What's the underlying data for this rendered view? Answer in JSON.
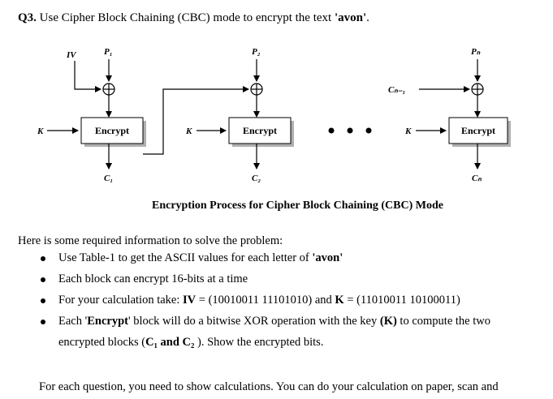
{
  "question": {
    "number": "Q3.",
    "text_before": " Use Cipher Block Chaining (CBC) mode to encrypt the text ",
    "text_quoted": "'avon'",
    "text_after": "."
  },
  "diagram": {
    "iv_label": "IV",
    "p1": "P₁",
    "p2": "P₂",
    "pn": "Pₙ",
    "cn_minus_1": "Cₙ₋₁",
    "key": "K",
    "encrypt": "Encrypt",
    "c1": "C₁",
    "c2": "C₂",
    "cn": "Cₙ",
    "caption": "Encryption Process for Cipher Block Chaining (CBC) Mode"
  },
  "intro": "Here is some required information to solve the problem:",
  "bullets": {
    "b1_prefix": "Use Table-1 to get the ASCII values for each letter of ",
    "b1_quoted": "'avon'",
    "b2": "Each block can encrypt 16-bits at a time",
    "b3_prefix": "For your calculation take: ",
    "b3_iv": "IV",
    "b3_iv_value": " = (10010011 11101010) and ",
    "b3_k": "K",
    "b3_k_value": " = (11010011 10100011)",
    "b4_a": "Each '",
    "b4_encrypt": "Encrypt",
    "b4_b": "' block will do a bitwise XOR operation with the key ",
    "b4_k": "(K)",
    "b4_c": " to compute the two",
    "b4_d": "encrypted blocks (",
    "b4_c1c2": "C₁ and C₂",
    "b4_e": " ). Show the encrypted bits."
  },
  "footer": "For each question, you need to show calculations. You can do your calculation on paper, scan and"
}
